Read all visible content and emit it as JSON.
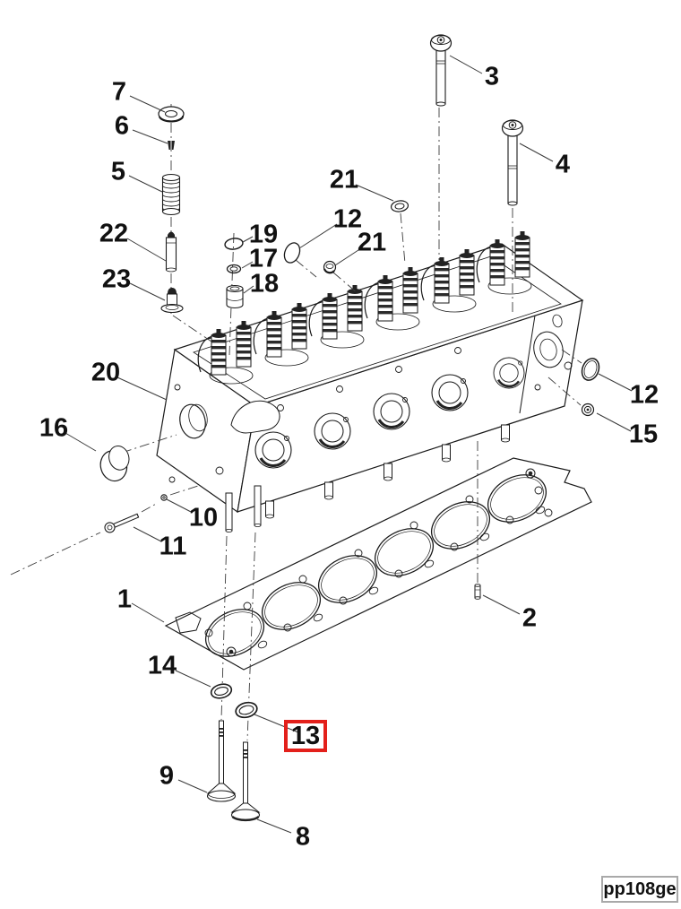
{
  "diagram": {
    "code_label": "pp108ge",
    "highlight_color": "#e3201b",
    "line_color": "#1a1a1a",
    "background": "#ffffff"
  },
  "callouts": {
    "c1": {
      "label": "1",
      "highlighted": false
    },
    "c2": {
      "label": "2",
      "highlighted": false
    },
    "c3": {
      "label": "3",
      "highlighted": false
    },
    "c4": {
      "label": "4",
      "highlighted": false
    },
    "c5": {
      "label": "5",
      "highlighted": false
    },
    "c6": {
      "label": "6",
      "highlighted": false
    },
    "c7": {
      "label": "7",
      "highlighted": false
    },
    "c8": {
      "label": "8",
      "highlighted": false
    },
    "c9": {
      "label": "9",
      "highlighted": false
    },
    "c10": {
      "label": "10",
      "highlighted": false
    },
    "c11": {
      "label": "11",
      "highlighted": false
    },
    "c12a": {
      "label": "12",
      "highlighted": false
    },
    "c12b": {
      "label": "12",
      "highlighted": false
    },
    "c13": {
      "label": "13",
      "highlighted": true
    },
    "c14": {
      "label": "14",
      "highlighted": false
    },
    "c15": {
      "label": "15",
      "highlighted": false
    },
    "c16": {
      "label": "16",
      "highlighted": false
    },
    "c17": {
      "label": "17",
      "highlighted": false
    },
    "c18": {
      "label": "18",
      "highlighted": false
    },
    "c19": {
      "label": "19",
      "highlighted": false
    },
    "c20": {
      "label": "20",
      "highlighted": false
    },
    "c21a": {
      "label": "21",
      "highlighted": false
    },
    "c21b": {
      "label": "21",
      "highlighted": false
    },
    "c22": {
      "label": "22",
      "highlighted": false
    },
    "c23": {
      "label": "23",
      "highlighted": false
    }
  }
}
